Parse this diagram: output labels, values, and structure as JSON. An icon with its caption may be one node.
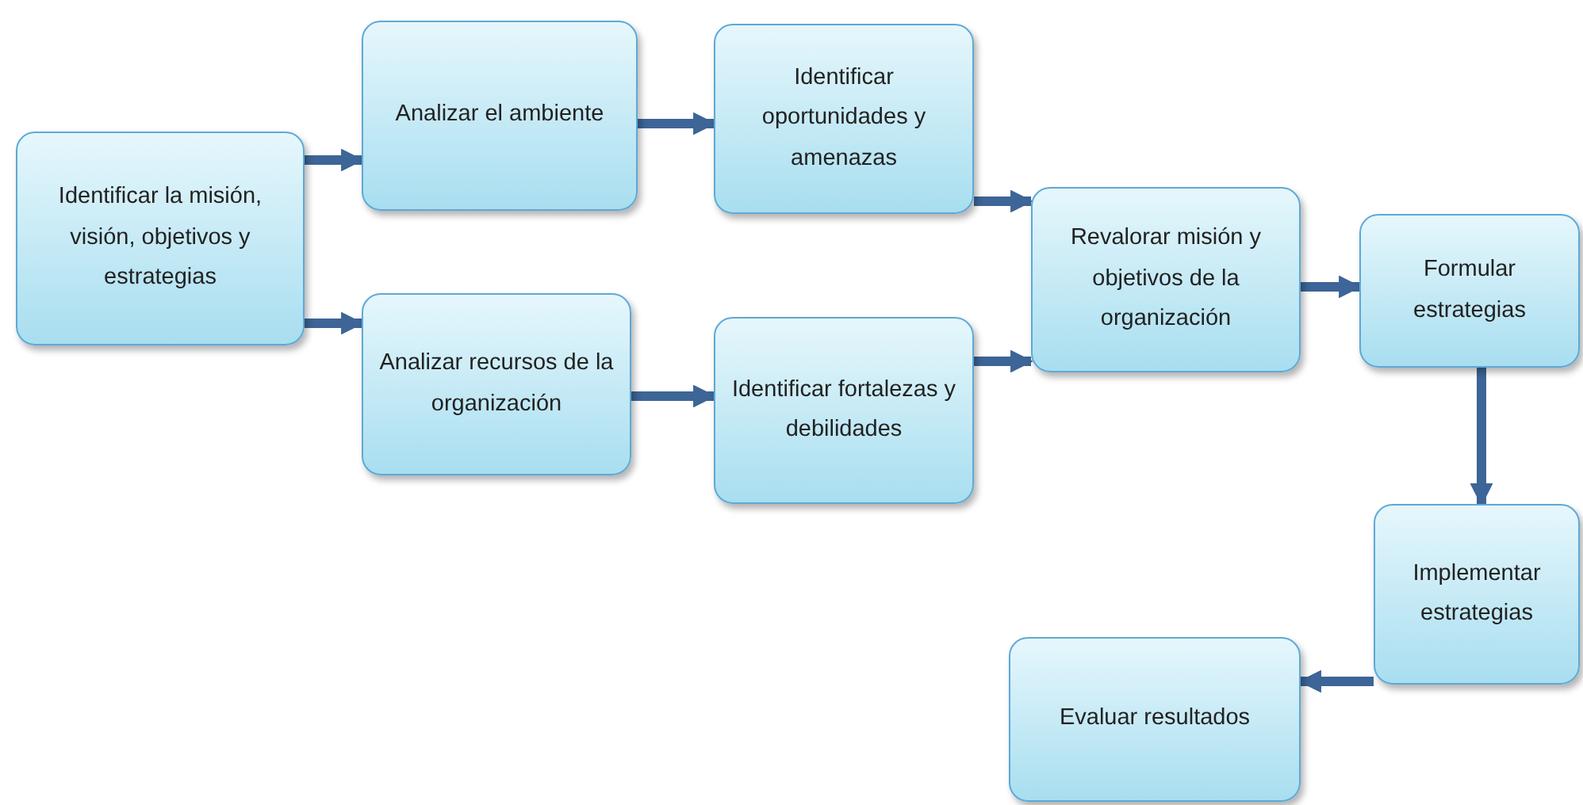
{
  "diagram": {
    "nodes": [
      {
        "text": [
          "Identificar la misión, visión, objetivos y estrategias"
        ]
      },
      {
        "text": [
          "Analizar el ambiente"
        ]
      },
      {
        "text": [
          "Analizar recursos de la organización"
        ]
      },
      {
        "text": [
          "Identificar oportunidades y amenazas"
        ]
      },
      {
        "text": [
          "Identificar fortalezas y debilidades"
        ]
      },
      {
        "text": [
          "Revalorar misión y objetivos de la organización"
        ]
      },
      {
        "text": [
          "Formular estrategias"
        ]
      },
      {
        "text": [
          "Implementar estrategias"
        ]
      },
      {
        "text": [
          "Evaluar resultados"
        ]
      }
    ],
    "edges": [
      {
        "from": 0,
        "to": 1,
        "arrow": "to"
      },
      {
        "from": 0,
        "to": 2,
        "arrow": "to"
      },
      {
        "from": 1,
        "to": 3,
        "arrow": "to"
      },
      {
        "from": 2,
        "to": 4,
        "arrow": "to"
      },
      {
        "from": 3,
        "to": 5,
        "arrow": "to"
      },
      {
        "from": 4,
        "to": 5,
        "arrow": "to"
      },
      {
        "from": 5,
        "to": 6,
        "arrow": "to"
      },
      {
        "from": 6,
        "to": 7,
        "arrow": "to"
      },
      {
        "from": 7,
        "to": 8,
        "arrow": "to"
      }
    ]
  }
}
